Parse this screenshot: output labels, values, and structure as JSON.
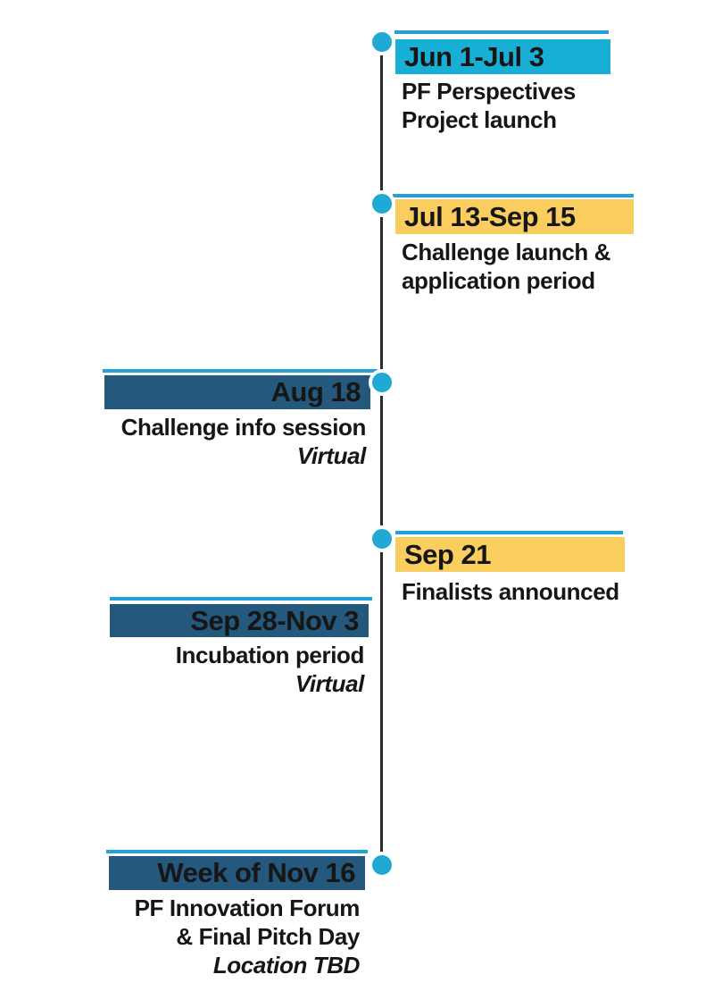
{
  "colors": {
    "accent": "#22a2d8",
    "cyan": "#18afd6",
    "yellow": "#f9ce5f",
    "dark_blue": "#24587c",
    "dot": "#1fa9d4",
    "line": "#2b2b2b",
    "text": "#161616"
  },
  "events": [
    {
      "date": "Jun 1-Jul 3",
      "side": "right",
      "bar_color": "#18afd6",
      "line1": "PF Perspectives",
      "line2": "Project launch"
    },
    {
      "date": "Jul 13-Sep 15",
      "side": "right",
      "bar_color": "#f9ce5f",
      "line1": "Challenge launch &",
      "line2": "application period"
    },
    {
      "date": "Aug 18",
      "side": "left",
      "bar_color": "#24587c",
      "line1": "Challenge info session",
      "italic": "Virtual"
    },
    {
      "date": "Sep 21",
      "side": "right",
      "bar_color": "#f9ce5f",
      "line1": "Finalists announced"
    },
    {
      "date": "Sep 28-Nov 3",
      "side": "left",
      "bar_color": "#24587c",
      "line1": "Incubation period",
      "italic": "Virtual"
    },
    {
      "date": "Week of Nov 16",
      "side": "left",
      "bar_color": "#24587c",
      "line1": "PF Innovation Forum",
      "line2": "& Final Pitch Day",
      "italic": "Location TBD"
    }
  ]
}
